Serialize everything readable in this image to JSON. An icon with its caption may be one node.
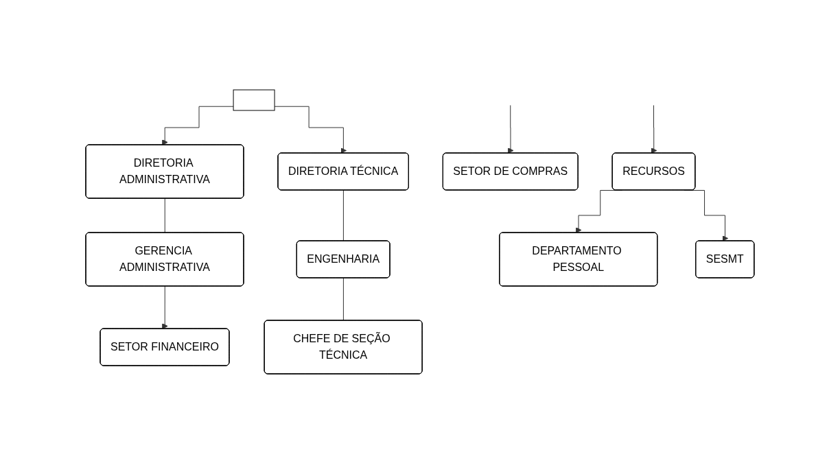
{
  "diagram": {
    "nodes": [
      {
        "text": [],
        "shape": "box"
      },
      {
        "text": [
          "DIRETORIA ADMINISTRATIVA"
        ]
      },
      {
        "text": [
          "DIRETORIA TÉCNICA"
        ]
      },
      {
        "text": [
          "GERENCIA ADMINISTRATIVA"
        ]
      },
      {
        "text": [
          "ENGENHARIA"
        ]
      },
      {
        "text": [
          "SETOR FINANCEIRO"
        ]
      },
      {
        "text": [
          "CHEFE DE SEÇÃO TÉCNICA"
        ]
      },
      {
        "text": [
          "SETOR DE COMPRAS"
        ]
      },
      {
        "text": [
          "RECURSOS"
        ]
      },
      {
        "text": [
          "DEPARTAMENTO PESSOAL"
        ]
      },
      {
        "text": [
          "SESMT"
        ]
      }
    ],
    "edges": [
      {
        "from": 0,
        "to": 1,
        "arrow": "to"
      },
      {
        "from": 0,
        "to": 2,
        "arrow": "to"
      },
      {
        "from": 1,
        "to": 3,
        "arrow": "none"
      },
      {
        "from": 2,
        "to": 4,
        "arrow": "none"
      },
      {
        "from": 4,
        "to": 6,
        "arrow": "none"
      },
      {
        "from": 3,
        "to": 5,
        "arrow": "to"
      },
      {
        "from": null,
        "to": 7,
        "arrow": "to"
      },
      {
        "from": null,
        "to": 8,
        "arrow": "to"
      },
      {
        "from": 8,
        "to": 9,
        "arrow": "to"
      },
      {
        "from": 8,
        "to": 10,
        "arrow": "to"
      }
    ]
  }
}
